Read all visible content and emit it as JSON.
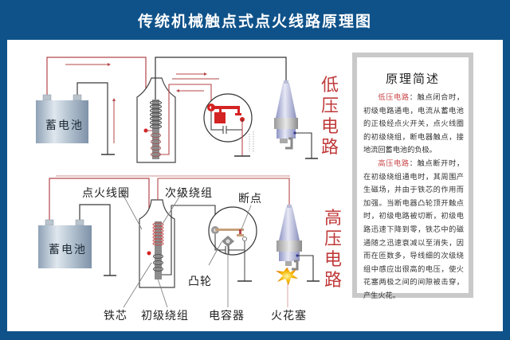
{
  "header": {
    "title": "传统机械触点式点火线路原理图"
  },
  "low_voltage_circuit": {
    "side_label": [
      "低",
      "压",
      "电",
      "路"
    ],
    "battery_label": "蓄电池"
  },
  "high_voltage_circuit": {
    "side_label": [
      "高",
      "压",
      "电",
      "路"
    ],
    "battery_label": "蓄电池",
    "callouts": {
      "ignition_coil": "点火线圈",
      "secondary_winding": "次级绕组",
      "breaker_point": "断点",
      "cam": "凸轮",
      "iron_core": "铁芯",
      "primary_winding": "初级绕组",
      "capacitor": "电容器",
      "spark_plug": "火花塞"
    }
  },
  "description": {
    "title": "原理简述",
    "paragraphs": [
      {
        "highlight": "低压电路",
        "text": "：触点闭合时，初级电路通电，电流从蓄电池的正极经点火开关，点火线圈的初级绕组，断电器触点，接地流回蓄电池的负极。"
      },
      {
        "highlight": "高压电路",
        "text": "：触点断开时，在初级绕组通电时，其周围产生磁场，并由于铁芯的作用而加强。当断电器凸轮顶开触点时，初级电路被切断，初级电路迅速下降到零，铁芯中的磁通随之迅速衰减以至消失，因而在匝数多，导线细的次级绕组中感应出很高的电压，使火花塞两极之间的间隙被击穿，产生火花。"
      }
    ]
  },
  "colors": {
    "frame_blue": "#0f5289",
    "wire_red": "#b5474a",
    "wire_dark": "#3a3a3a",
    "accent_red": "#d42323",
    "label_red": "#c03a3a"
  }
}
